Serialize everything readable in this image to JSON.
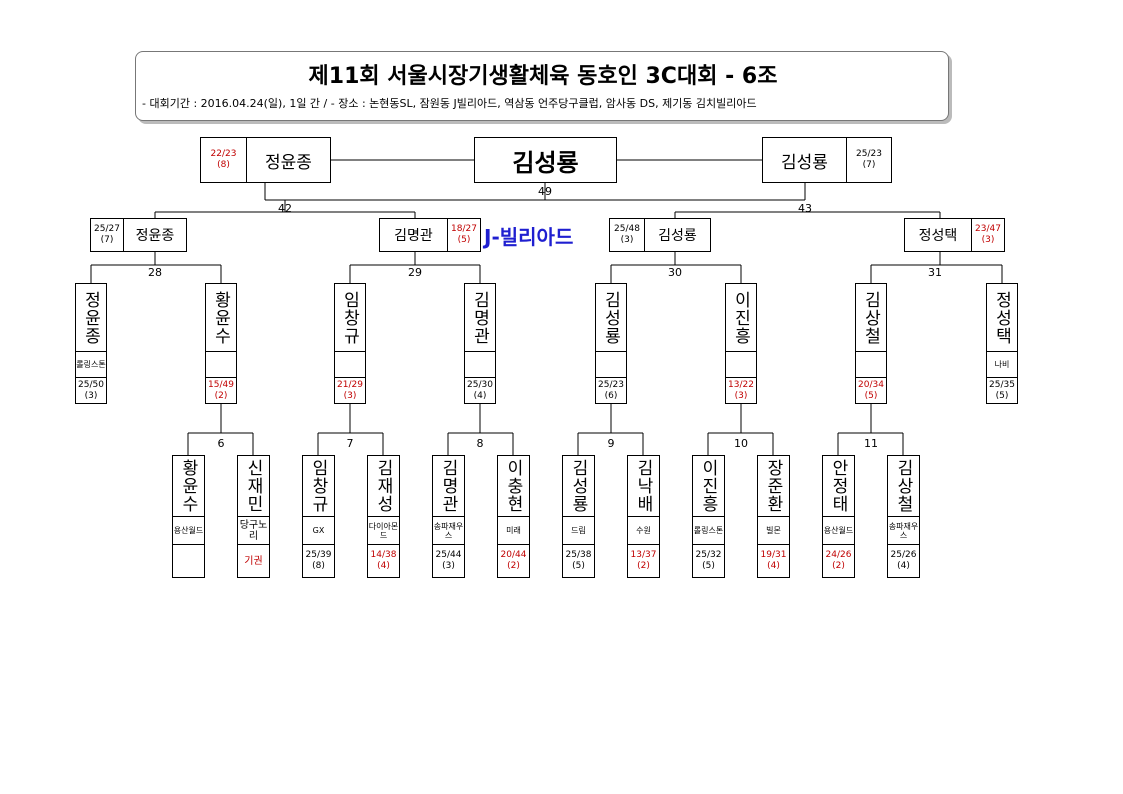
{
  "header": {
    "title": "제11회 서울시장기생활체육 동호인 3C대회 - 6조",
    "subtitle": "-  대회기간 : 2016.04.24(일), 1일 간 / - 장소 : 논현동SL, 잠원동 J빌리아드, 역삼동 언주당구클럽, 암사동 DS, 제기동 김치빌리아드"
  },
  "venue_label": "J-빌리아드",
  "final": {
    "winner": "김성룡",
    "match_no": "49",
    "left": {
      "name": "정윤종",
      "score": "22/23",
      "inn": "(8)"
    },
    "right": {
      "name": "김성룡",
      "score": "25/23",
      "inn": "(7)"
    }
  },
  "semis": {
    "m42": {
      "no": "42",
      "top": {
        "name": "정윤종",
        "score": "25/27",
        "inn": "(7)"
      },
      "bot": {
        "name": "김명관",
        "score": "18/27",
        "inn": "(5)"
      }
    },
    "m43": {
      "no": "43",
      "top": {
        "name": "김성룡",
        "score": "25/48",
        "inn": "(3)"
      },
      "bot": {
        "name": "정성택",
        "score": "23/47",
        "inn": "(3)"
      }
    }
  },
  "round2": [
    {
      "no": "28",
      "a": {
        "name": "정윤종",
        "club": "롤링스톤",
        "score": "25/50",
        "inn": "(3)"
      },
      "b": {
        "name": "황윤수",
        "club": "",
        "score": "15/49",
        "inn": "(2)"
      }
    },
    {
      "no": "29",
      "a": {
        "name": "임창규",
        "club": "",
        "score": "21/29",
        "inn": "(3)"
      },
      "b": {
        "name": "김명관",
        "club": "",
        "score": "25/30",
        "inn": "(4)"
      }
    },
    {
      "no": "30",
      "a": {
        "name": "김성룡",
        "club": "",
        "score": "25/23",
        "inn": "(6)"
      },
      "b": {
        "name": "이진흥",
        "club": "",
        "score": "13/22",
        "inn": "(3)"
      }
    },
    {
      "no": "31",
      "a": {
        "name": "김상철",
        "club": "",
        "score": "20/34",
        "inn": "(5)"
      },
      "b": {
        "name": "정성택",
        "club": "나비",
        "score": "25/35",
        "inn": "(5)"
      }
    }
  ],
  "round1": [
    {
      "no": "6",
      "a": {
        "name": "황윤수",
        "club": "용산월드",
        "score": "",
        "inn": ""
      },
      "b": {
        "name": "신재민",
        "club": "당구노리",
        "score": "기권",
        "inn": ""
      }
    },
    {
      "no": "7",
      "a": {
        "name": "임창규",
        "club": "GX",
        "score": "25/39",
        "inn": "(8)"
      },
      "b": {
        "name": "김재성",
        "club": "다이아몬드",
        "score": "14/38",
        "inn": "(4)"
      }
    },
    {
      "no": "8",
      "a": {
        "name": "김명관",
        "club": "송파재우스",
        "score": "25/44",
        "inn": "(3)"
      },
      "b": {
        "name": "이충현",
        "club": "미래",
        "score": "20/44",
        "inn": "(2)"
      }
    },
    {
      "no": "9",
      "a": {
        "name": "김성룡",
        "club": "드림",
        "score": "25/38",
        "inn": "(5)"
      },
      "b": {
        "name": "김낙배",
        "club": "수원",
        "score": "13/37",
        "inn": "(2)"
      }
    },
    {
      "no": "10",
      "a": {
        "name": "이진흥",
        "club": "롤링스톤",
        "score": "25/32",
        "inn": "(5)"
      },
      "b": {
        "name": "장준환",
        "club": "빌몬",
        "score": "19/31",
        "inn": "(4)"
      }
    },
    {
      "no": "11",
      "a": {
        "name": "안정태",
        "club": "용산월드",
        "score": "24/26",
        "inn": "(2)"
      },
      "b": {
        "name": "김상철",
        "club": "송파재우스",
        "score": "25/26",
        "inn": "(4)"
      }
    }
  ],
  "colors": {
    "loser_score": "#c00000",
    "venue": "#1f1fd0",
    "line": "#000000"
  }
}
